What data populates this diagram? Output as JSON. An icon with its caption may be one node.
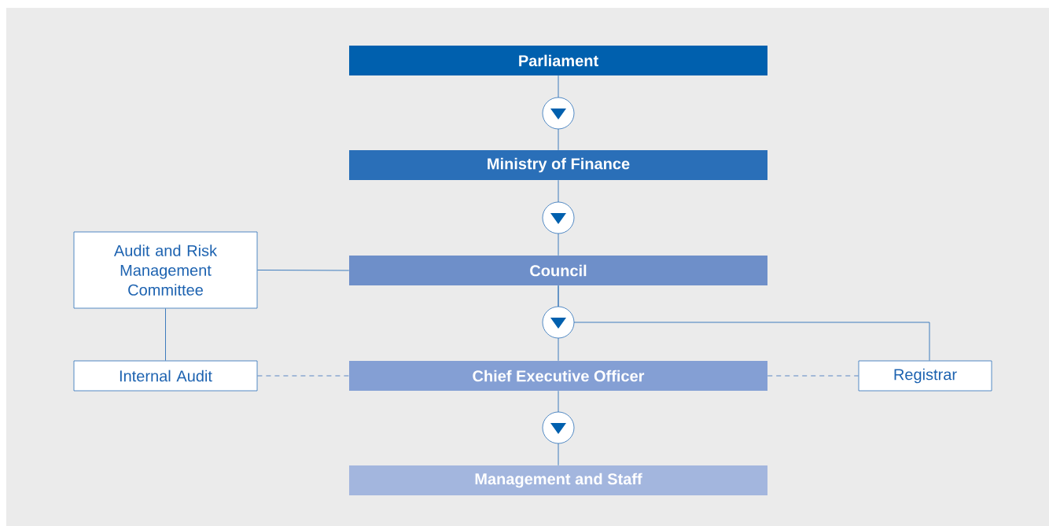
{
  "diagram": {
    "nodes": [
      {
        "text": [
          "Parliament"
        ]
      },
      {
        "text": [
          "Ministry of Finance"
        ]
      },
      {
        "text": [
          "Audit and Risk Management Committee"
        ]
      },
      {
        "text": [
          "Council"
        ]
      },
      {
        "text": [
          "Internal Audit"
        ]
      },
      {
        "text": [
          "Chief Executive Officer"
        ]
      },
      {
        "text": [
          "Registrar"
        ]
      },
      {
        "text": [
          "Management and Staff"
        ]
      }
    ],
    "edges": [
      {
        "from": 0,
        "to": 1,
        "arrow": "to"
      },
      {
        "from": 1,
        "to": 3,
        "arrow": "to"
      },
      {
        "from": 2,
        "to": 3,
        "arrow": "none"
      },
      {
        "from": 2,
        "to": 4,
        "arrow": "none"
      },
      {
        "from": 3,
        "to": 5,
        "arrow": "to"
      },
      {
        "from": 3,
        "to": 6,
        "arrow": "none"
      },
      {
        "from": 4,
        "to": 5,
        "arrow": "none",
        "style": "dashed"
      },
      {
        "from": 5,
        "to": 6,
        "arrow": "none",
        "style": "dashed"
      },
      {
        "from": 5,
        "to": 7,
        "arrow": "to"
      }
    ]
  }
}
